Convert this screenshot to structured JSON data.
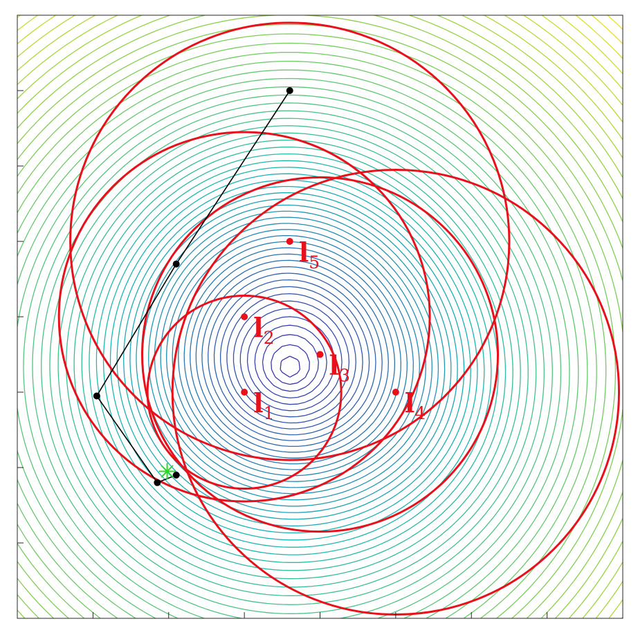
{
  "chart_data": {
    "type": "scatter",
    "title": "",
    "xlabel": "",
    "ylabel": "",
    "xlim": [
      0,
      8
    ],
    "ylim": [
      0,
      8
    ],
    "grid": false,
    "legend": "none",
    "colors": {
      "circles": "#e8101a",
      "anchors": "#e8101a",
      "path": "#000000",
      "target": "#22dd22",
      "contour_low": "#3d2fa8",
      "contour_mid": "#17b6b6",
      "contour_high": "#f7e31a"
    },
    "anchors": [
      {
        "id": "l1",
        "name": "l",
        "sub": "1",
        "x": 3.0,
        "y": 3.0
      },
      {
        "id": "l2",
        "name": "l",
        "sub": "2",
        "x": 3.0,
        "y": 4.0
      },
      {
        "id": "l3",
        "name": "l",
        "sub": "3",
        "x": 4.0,
        "y": 3.5
      },
      {
        "id": "l4",
        "name": "l",
        "sub": "4",
        "x": 5.0,
        "y": 3.0
      },
      {
        "id": "l5",
        "name": "l",
        "sub": "5",
        "x": 3.6,
        "y": 5.0
      }
    ],
    "range_circles": [
      {
        "anchor": "l1",
        "radius": 1.28
      },
      {
        "anchor": "l2",
        "radius": 2.45
      },
      {
        "anchor": "l3",
        "radius": 2.35
      },
      {
        "anchor": "l4",
        "radius": 2.95
      },
      {
        "anchor": "l5",
        "radius": 2.9
      }
    ],
    "estimate_path": [
      {
        "x": 3.6,
        "y": 7.0
      },
      {
        "x": 2.1,
        "y": 4.7
      },
      {
        "x": 1.05,
        "y": 2.95
      },
      {
        "x": 1.85,
        "y": 1.8
      },
      {
        "x": 2.1,
        "y": 1.9
      }
    ],
    "target": {
      "x": 1.98,
      "y": 1.95
    },
    "contour": {
      "kernel_sigma": 1.25,
      "kernel_weight": 1.4,
      "base_center": [
        3.6,
        3.3
      ],
      "level_step": 0.1,
      "level_count": 60
    },
    "xticks": [
      0,
      1,
      2,
      3,
      4,
      5,
      6,
      7,
      8
    ],
    "yticks": [
      0,
      1,
      2,
      3,
      4,
      5,
      6,
      7,
      8
    ]
  }
}
